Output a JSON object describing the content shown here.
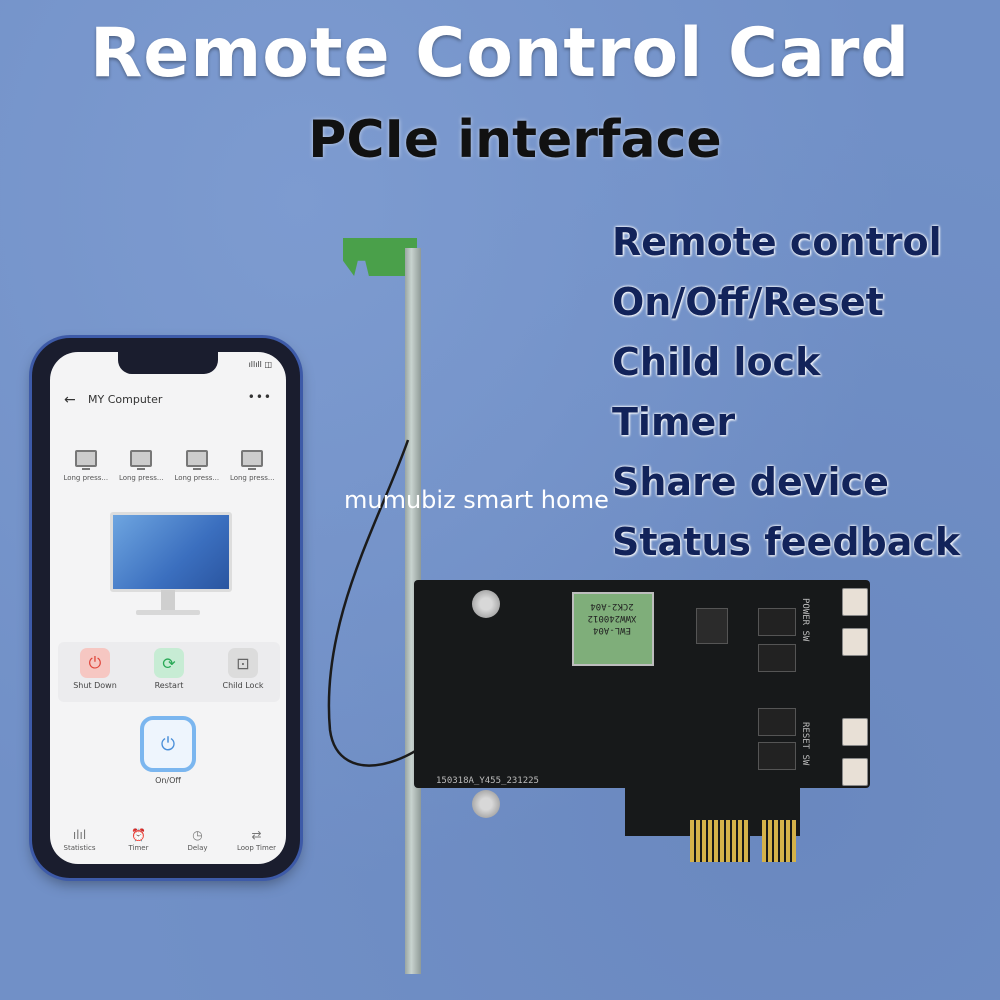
{
  "banner": {
    "title": "Remote Control Card",
    "subtitle": "PCIe interface",
    "features": [
      "Remote control",
      "On/Off/Reset",
      "Child lock",
      "Timer",
      "Share device",
      "Status feedback"
    ],
    "watermark": "mumubiz smart home"
  },
  "phone": {
    "status": "ıllıll ◫",
    "app_title": "MY Computer",
    "back_icon": "←",
    "more_icon": "•••",
    "presets": [
      "Long press...",
      "Long press...",
      "Long press...",
      "Long press..."
    ],
    "actions": [
      {
        "label": "Shut Down",
        "icon": "⏻"
      },
      {
        "label": "Restart",
        "icon": "⟳"
      },
      {
        "label": "Child Lock",
        "icon": "⊡"
      }
    ],
    "onoff_icon": "⏻",
    "onoff_label": "On/Off",
    "tabs": [
      {
        "label": "Statistics",
        "icon": "ılıl"
      },
      {
        "label": "Timer",
        "icon": "⏰"
      },
      {
        "label": "Delay",
        "icon": "◷"
      },
      {
        "label": "Loop Timer",
        "icon": "⇄"
      }
    ]
  },
  "card": {
    "module_text": "EWL-A04\nXWW240012\n2CK2-A04",
    "silk_power": "POWER SW",
    "silk_reset": "RESET SW",
    "silk_serial": "150318A_Y455_231225"
  },
  "colors": {
    "background": "#7190c7",
    "feature_text": "#12235a",
    "bracket_tab": "#4aa04a",
    "pcb": "#17191a"
  }
}
